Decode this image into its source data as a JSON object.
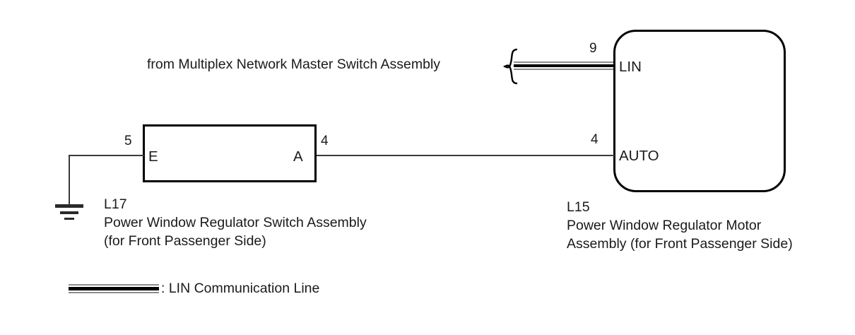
{
  "diagram": {
    "title_text": "from Multiplex Network Master Switch Assembly",
    "switch_box": {
      "ref": "L17",
      "caption_line1": "Power Window Regulator Switch Assembly",
      "caption_line2": "(for Front Passenger Side)",
      "terminal_left": "E",
      "terminal_right": "A",
      "pin_left": "5",
      "pin_right": "4"
    },
    "motor_box": {
      "ref": "L15",
      "caption_line1": "Power Window Regulator Motor",
      "caption_line2": "Assembly (for Front Passenger Side)",
      "terminal_top": "LIN",
      "terminal_bottom": "AUTO",
      "pin_top": "9",
      "pin_bottom": "4"
    },
    "legend": {
      "text": ": LIN Communication Line"
    },
    "colors": {
      "line": "#000000",
      "wire": "#3a3a3a",
      "text": "#1a1a1a",
      "background": "#ffffff"
    }
  }
}
